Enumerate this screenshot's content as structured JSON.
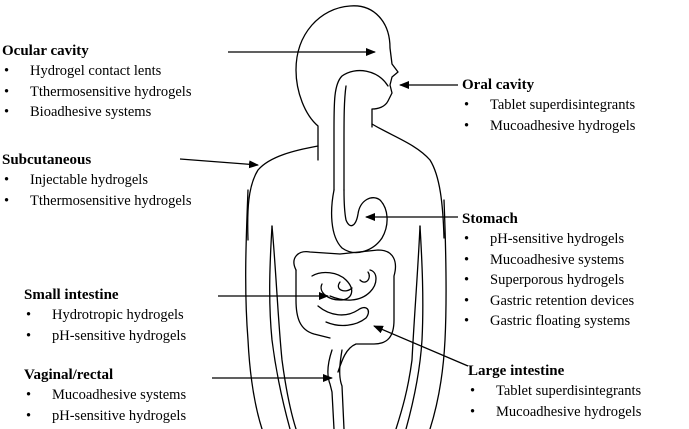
{
  "groups": {
    "ocular": {
      "title": "Ocular cavity",
      "items": [
        "Hydrogel contact lents",
        "Tthermosensitive hydrogels",
        "Bioadhesive systems"
      ]
    },
    "subcutaneous": {
      "title": "Subcutaneous",
      "items": [
        "Injectable hydrogels",
        "Tthermosensitive hydrogels"
      ]
    },
    "small_intestine": {
      "title": "Small intestine",
      "items": [
        "Hydrotropic hydrogels",
        "pH-sensitive hydrogels"
      ]
    },
    "vaginal_rectal": {
      "title": "Vaginal/rectal",
      "items": [
        "Mucoadhesive systems",
        "pH-sensitive hydrogels"
      ]
    },
    "oral": {
      "title": "Oral cavity",
      "items": [
        "Tablet superdisintegrants",
        "Mucoadhesive hydrogels"
      ]
    },
    "stomach": {
      "title": "Stomach",
      "items": [
        "pH-sensitive hydrogels",
        "Mucoadhesive systems",
        "Superporous hydrogels",
        "Gastric retention devices",
        "Gastric floating systems"
      ]
    },
    "large_intestine": {
      "title": "Large intestine",
      "items": [
        "Tablet superdisintegrants",
        "Mucoadhesive hydrogels"
      ]
    }
  },
  "colors": {
    "ink": "#000000",
    "background": "#ffffff"
  }
}
